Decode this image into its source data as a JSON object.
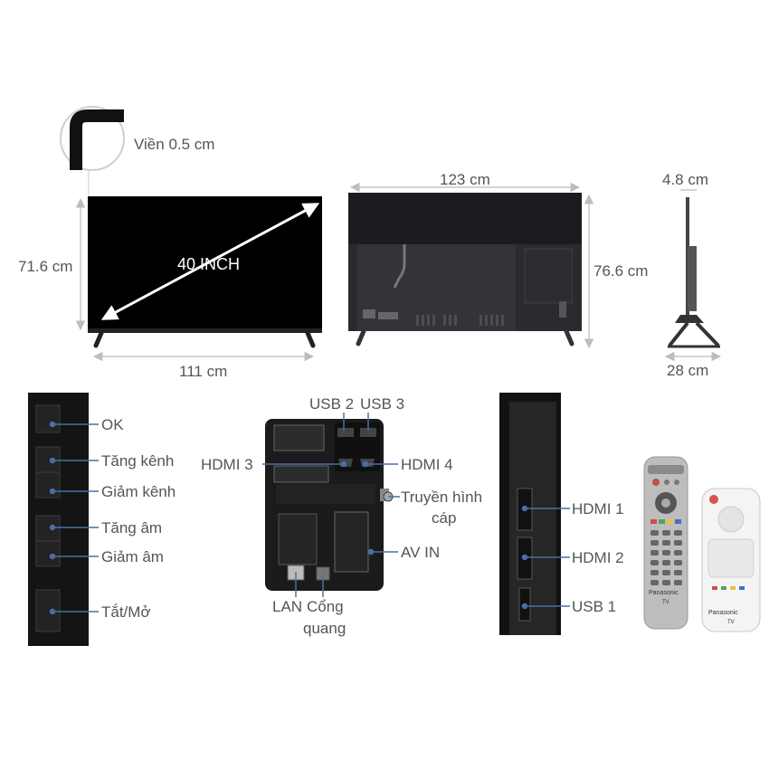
{
  "dimensions": {
    "bezel": "Viền 0.5 cm",
    "front_height": "71.6 cm",
    "front_width": "111 cm",
    "screen_size": "40 INCH",
    "back_width": "123 cm",
    "back_height": "76.6 cm",
    "side_depth": "4.8 cm",
    "stand_depth": "28 cm"
  },
  "buttons_panel": {
    "ok": "OK",
    "channel_up": "Tăng kênh",
    "channel_down": "Giảm kênh",
    "volume_up": "Tăng âm",
    "volume_down": "Giảm âm",
    "power": "Tắt/Mở"
  },
  "rear_ports": {
    "usb2": "USB 2",
    "usb3": "USB 3",
    "hdmi3": "HDMI 3",
    "hdmi4": "HDMI 4",
    "cable": "Truyền hình",
    "cable2": "cáp",
    "av_in": "AV IN",
    "lan": "LAN",
    "optical": "Cổng",
    "optical2": "quang"
  },
  "side_ports": {
    "hdmi1": "HDMI 1",
    "hdmi2": "HDMI 2",
    "usb1": "USB 1"
  },
  "remotes": {
    "brand": "Panasonic",
    "tv": "TV"
  },
  "colors": {
    "arrow": "#c6c6c6",
    "panel": "#141414",
    "connector": "#4a6fa5"
  }
}
